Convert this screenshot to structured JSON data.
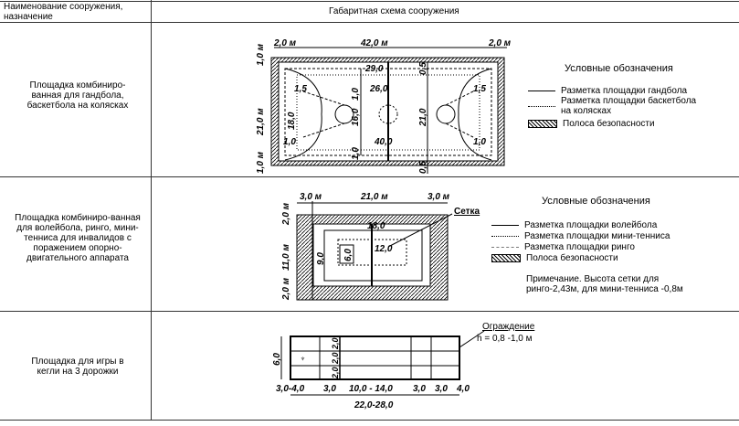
{
  "header": {
    "col1": "Наименование сооружения, назначение",
    "col2": "Габаритная схема сооружения"
  },
  "rows": [
    {
      "name": "Площадка комбиниро-ванная для гандбола, баскетбола на колясках",
      "dims": [
        "2,0 м",
        "42,0 м",
        "2,0 м",
        "1,0 м",
        "21,0 м",
        "1,0 м",
        "29,0",
        "26,0",
        "40,0",
        "18,0",
        "16,0",
        "21,0",
        "1,5",
        "1,5",
        "1,0",
        "1,0",
        "1,0",
        "1,0",
        "0,5",
        "0,5"
      ],
      "legend_title": "Условные обозначения",
      "legend": [
        "Разметка площадки гандбола",
        "Разметка площадки баскетбола на колясках",
        "Полоса безопасности"
      ]
    },
    {
      "name": "Площадка комбиниро-ванная для волейбола, ринго, мини-тенниса для инвалидов с поражением опорно-двигательного аппарата",
      "dims": [
        "3,0 м",
        "21,0 м",
        "3,0 м",
        "2,0 м",
        "11,0 м",
        "2,0 м",
        "18,0",
        "9,0",
        "12,0",
        "6,0"
      ],
      "net_label": "Сетка",
      "legend_title": "Условные обозначения",
      "legend": [
        "Разметка площадки волейбола",
        "Разметка площадки мини-тенниса",
        "Разметка площадки ринго",
        "Полоса безопасности"
      ],
      "note": "Примечание. Высота сетки для ринго-2,43м, для мини-тенниса -0,8м"
    },
    {
      "name": "Площадка  для игры в кегли на 3 дорожки",
      "dims": [
        "6,0",
        "2,0",
        "2,0",
        "2,0",
        "3,0-4,0",
        "3,0",
        "10,0 - 14,0",
        "3,0",
        "3,0",
        "4,0",
        "22,0-28,0"
      ],
      "fence_label": "Ограждение",
      "fence_height": "h = 0,8 -1,0 м"
    }
  ]
}
